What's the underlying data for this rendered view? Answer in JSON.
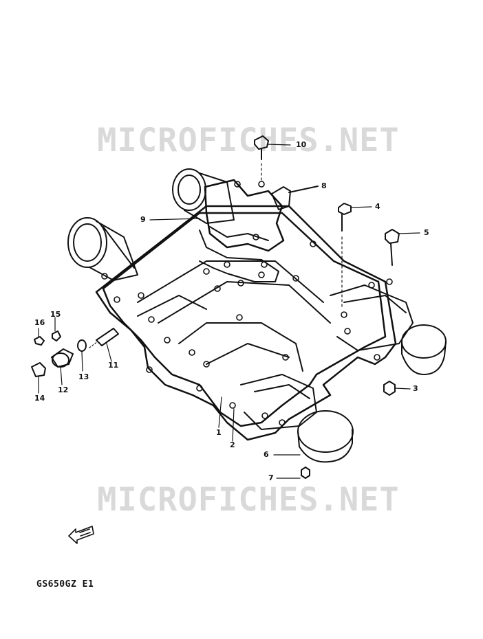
{
  "watermark": "MICROFICHES.NET",
  "model_code": "GS650GZ E1",
  "front_marker": "FRONT",
  "callouts": [
    {
      "id": "1",
      "label": "1"
    },
    {
      "id": "2",
      "label": "2"
    },
    {
      "id": "3",
      "label": "3"
    },
    {
      "id": "4",
      "label": "4"
    },
    {
      "id": "5",
      "label": "5"
    },
    {
      "id": "6",
      "label": "6"
    },
    {
      "id": "7",
      "label": "7"
    },
    {
      "id": "8",
      "label": "8"
    },
    {
      "id": "9",
      "label": "9"
    },
    {
      "id": "10",
      "label": "10"
    },
    {
      "id": "11",
      "label": "11"
    },
    {
      "id": "12",
      "label": "12"
    },
    {
      "id": "13",
      "label": "13"
    },
    {
      "id": "14",
      "label": "14"
    },
    {
      "id": "15",
      "label": "15"
    },
    {
      "id": "16",
      "label": "16"
    }
  ]
}
